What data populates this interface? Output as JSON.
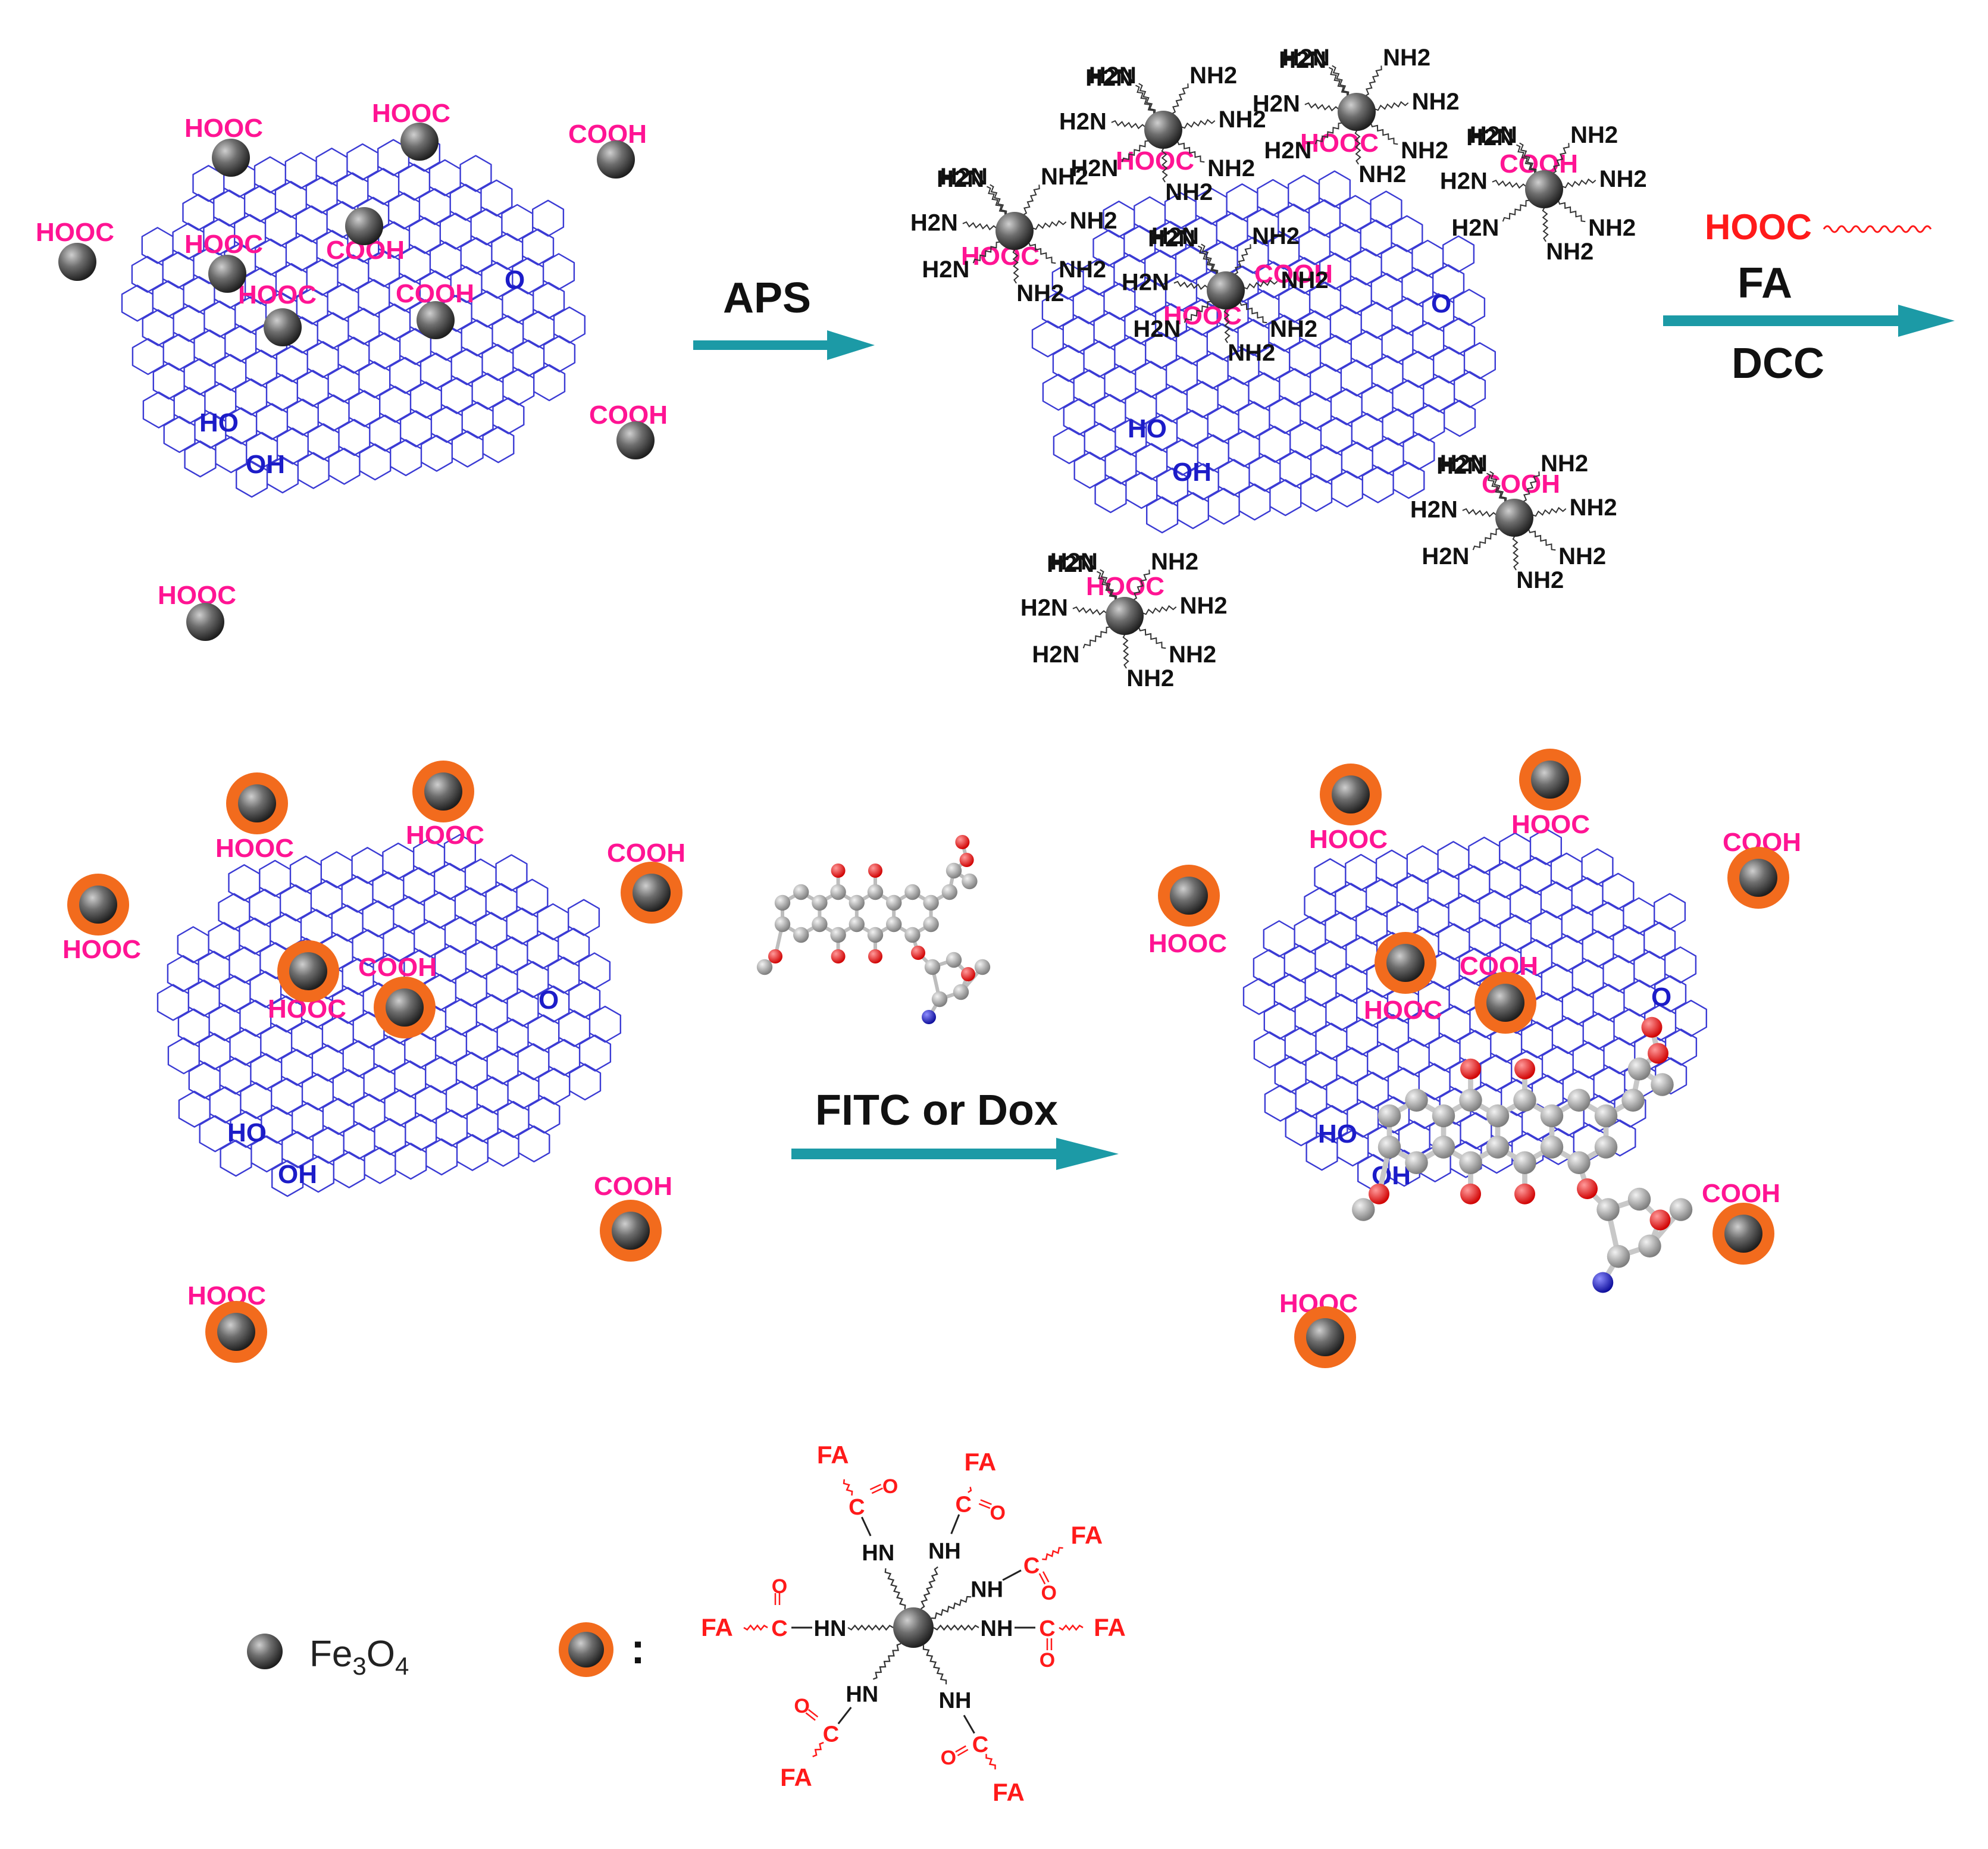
{
  "colors": {
    "sheet": "#3b3bd4",
    "carboxyl": "#ff1493",
    "hydroxyl": "#1c1cc8",
    "amine": "#111111",
    "folate": "#ff1a1a",
    "particle": "#555555",
    "shell": "#f26b1d",
    "arrow": "#1c9aa6",
    "atom_carbon": "#a8a8a8",
    "atom_oxygen": "#ff0000",
    "atom_nitrogen": "#1a1acc"
  },
  "labels": {
    "hooc": "HOOC",
    "cooh": "COOH",
    "ho": "HO",
    "oh": "OH",
    "epoxy": "O",
    "h2n": "H2N",
    "nh2": "NH2"
  },
  "steps": {
    "step1": "APS",
    "step2_reagent": "HOOC",
    "step2_fa": "FA",
    "step2_dcc": "DCC",
    "step3": "FITC or Dox"
  },
  "legend": {
    "fe3o4_main": "Fe",
    "fe3o4_sub1": "3",
    "fe3o4_mid": "O",
    "fe3o4_sub2": "4",
    "colon": ":",
    "arm_fa": "FA",
    "arm_amide_nh": "NH",
    "arm_amide_hn": "HN",
    "arm_c": "C",
    "arm_o": "O"
  },
  "icons": [
    "fe3o4-particle-icon",
    "fa-coated-particle-icon",
    "dox-molecule-icon",
    "reaction-arrow-icon"
  ]
}
